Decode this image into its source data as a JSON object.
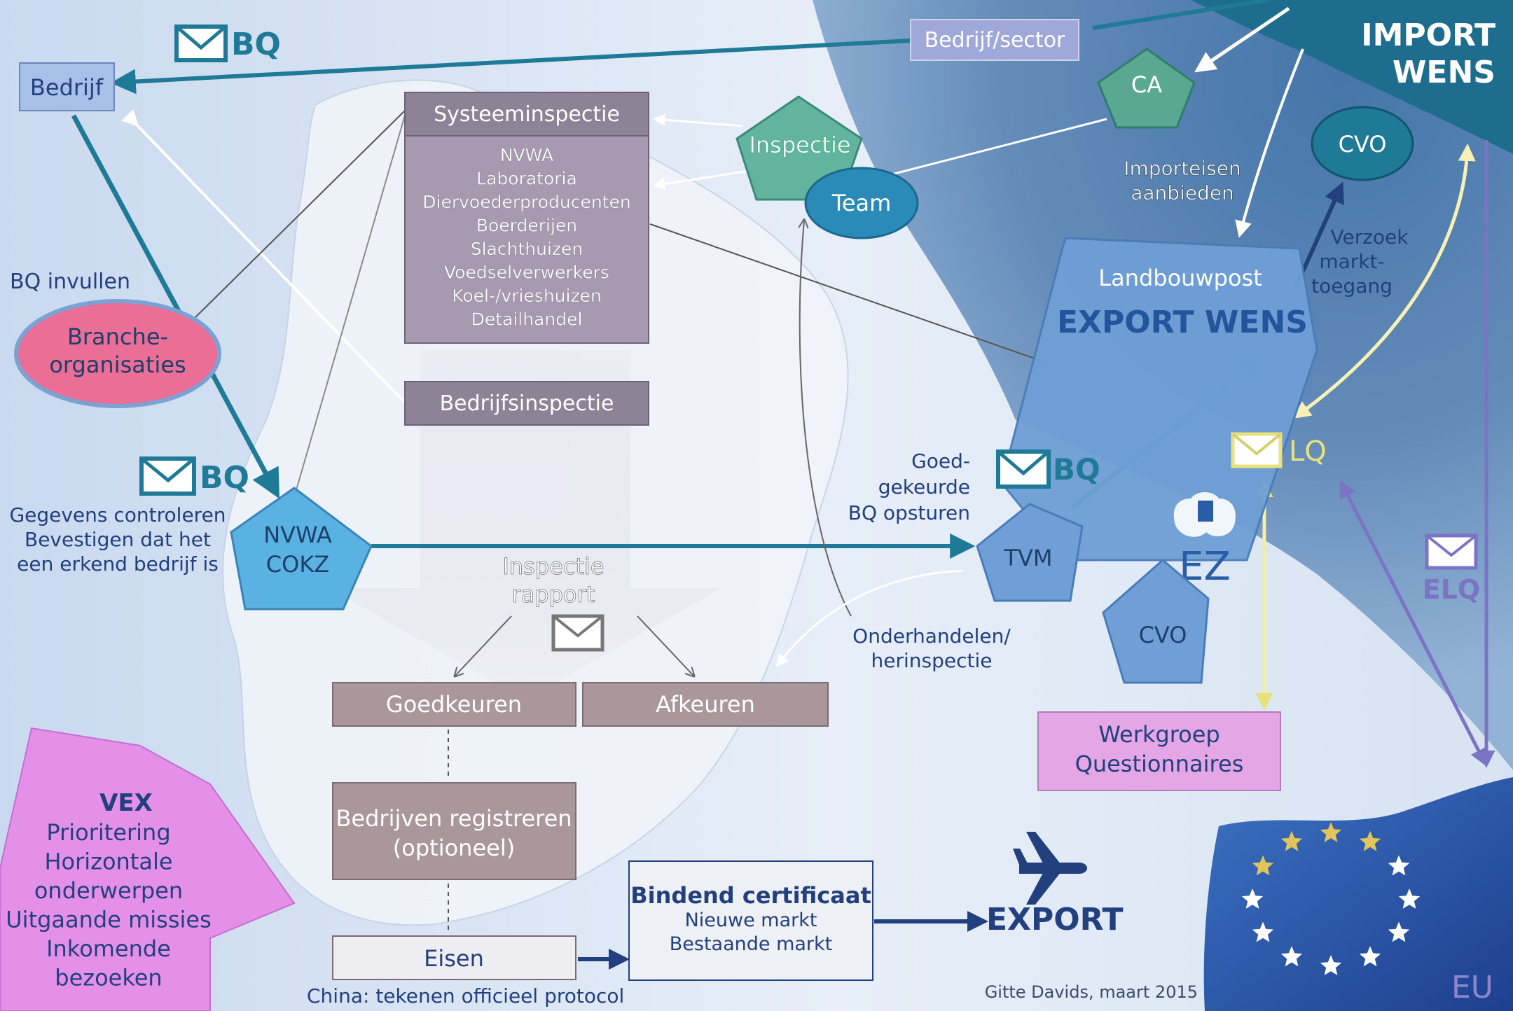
{
  "import": {
    "line1": "IMPORT",
    "line2": "WENS"
  },
  "top": {
    "bedrijf_sector": "Bedrijf/sector",
    "ca": "CA",
    "cvo": "CVO",
    "importeisen_1": "Importeisen",
    "importeisen_2": "aanbieden",
    "verzoek_1": "Verzoek",
    "verzoek_2": "markt-",
    "verzoek_3": "toegang"
  },
  "left": {
    "bq_top": "BQ",
    "bedrijf": "Bedrijf",
    "bq_invullen": "BQ invullen",
    "branche_1": "Branche-",
    "branche_2": "organisaties",
    "bq_mid": "BQ",
    "gegevens_1": "Gegevens controleren",
    "gegevens_2": "Bevestigen dat het",
    "gegevens_3": "een erkend bedrijf is",
    "nvwa_1": "NVWA",
    "nvwa_2": "COKZ"
  },
  "inspection": {
    "systeem_title": "Systeeminspectie",
    "systeem_items": [
      "NVWA",
      "Laboratoria",
      "Diervoederproducenten",
      "Boerderijen",
      "Slachthuizen",
      "Voedselverwerkers",
      "Koel-/vrieshuizen",
      "Detailhandel"
    ],
    "inspectie_team_1": "Inspectie",
    "inspectie_team_2": "Team",
    "bedrijfsinspectie": "Bedrijfsinspectie",
    "rapport_1": "Inspectie",
    "rapport_2": "rapport",
    "goedkeuren": "Goedkeuren",
    "afkeuren": "Afkeuren",
    "registreren_1": "Bedrijven registreren",
    "registreren_2": "(optioneel)",
    "eisen": "Eisen",
    "china": "China: tekenen officieel protocol"
  },
  "cert": {
    "title": "Bindend certificaat",
    "line1": "Nieuwe markt",
    "line2": "Bestaande markt"
  },
  "export_label": "EXPORT",
  "right": {
    "landbouwpost": "Landbouwpost",
    "export_wens": "EXPORT WENS",
    "goed_1": "Goed-",
    "goed_2": "gekeurde",
    "goed_3": "BQ opsturen",
    "bq": "BQ",
    "lq": "LQ",
    "tvm": "TVM",
    "ez": "EZ",
    "cvo": "CVO",
    "onderhandelen_1": "Onderhandelen/",
    "onderhandelen_2": "herinspectie",
    "werkgroep_1": "Werkgroep",
    "werkgroep_2": "Questionnaires",
    "elq": "ELQ",
    "eu": "EU"
  },
  "vex": {
    "title": "VEX",
    "items": [
      "Prioritering",
      "Horizontale",
      "onderwerpen",
      "Uitgaande missies",
      "Inkomende",
      "bezoeken"
    ]
  },
  "credit": "Gitte Davids, maart 2015",
  "colors": {
    "teal": "#1e7a96",
    "navy": "#22407e",
    "mauve": "#9b8c9e",
    "pink": "#e8609a",
    "violet": "#e394e9",
    "steel": "#7aa3d3",
    "yellow": "#f4ef9c",
    "lilac": "#8d86cf"
  }
}
